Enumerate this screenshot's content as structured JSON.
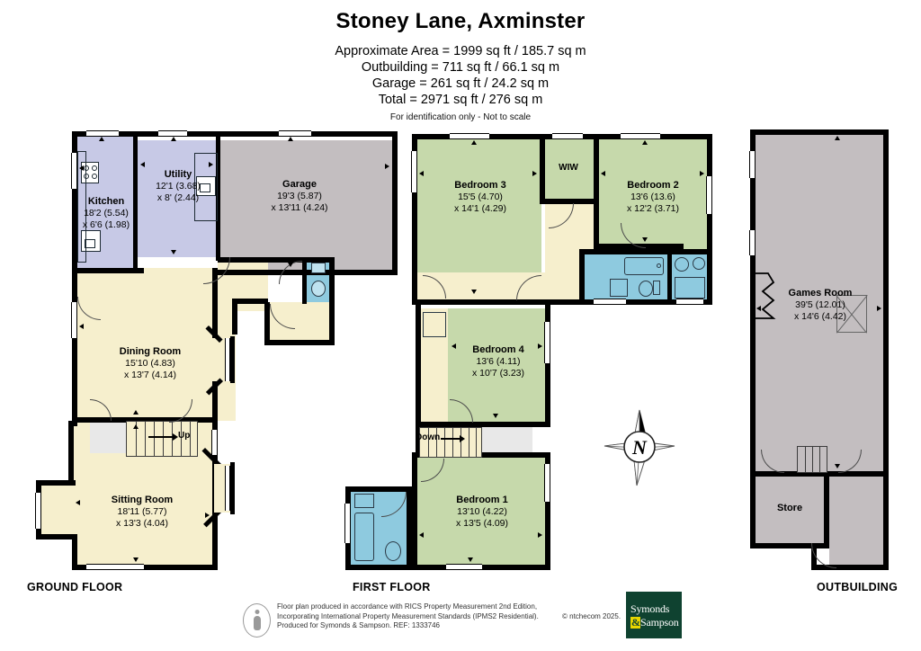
{
  "header": {
    "title": "Stoney Lane, Axminster",
    "lines": [
      "Approximate Area = 1999 sq ft / 185.7 sq m",
      "Outbuilding = 711 sq ft / 66.1 sq m",
      "Garage = 261 sq ft / 24.2 sq m",
      "Total = 2971 sq ft / 276 sq m"
    ],
    "note": "For identification only - Not to scale"
  },
  "floors": {
    "ground": {
      "label": "GROUND FLOOR",
      "rooms": [
        {
          "name": "Kitchen",
          "dim1": "18'2 (5.54)",
          "dim2": "x 6'6 (1.98)"
        },
        {
          "name": "Utility",
          "dim1": "12'1 (3.68)",
          "dim2": "x 8' (2.44)"
        },
        {
          "name": "Garage",
          "dim1": "19'3 (5.87)",
          "dim2": "x 13'11 (4.24)"
        },
        {
          "name": "Dining Room",
          "dim1": "15'10 (4.83)",
          "dim2": "x 13'7 (4.14)"
        },
        {
          "name": "Sitting Room",
          "dim1": "18'11 (5.77)",
          "dim2": "x 13'3 (4.04)"
        }
      ],
      "stair_label": "Up"
    },
    "first": {
      "label": "FIRST FLOOR",
      "rooms": [
        {
          "name": "Bedroom 3",
          "dim1": "15'5 (4.70)",
          "dim2": "x 14'1 (4.29)"
        },
        {
          "name": "Bedroom 2",
          "dim1": "13'6 (13.6)",
          "dim2": "x 12'2 (3.71)"
        },
        {
          "name": "Bedroom 4",
          "dim1": "13'6 (4.11)",
          "dim2": "x 10'7 (3.23)"
        },
        {
          "name": "Bedroom 1",
          "dim1": "13'10 (4.22)",
          "dim2": "x 13'5 (4.09)"
        }
      ],
      "wiw_label": "WIW",
      "stair_label": "Down"
    },
    "outbuilding": {
      "label": "OUTBUILDING",
      "rooms": [
        {
          "name": "Games Room",
          "dim1": "39'5 (12.01)",
          "dim2": "x 14'6 (4.42)"
        },
        {
          "name": "Store",
          "dim1": "",
          "dim2": ""
        }
      ]
    }
  },
  "compass": {
    "letter": "N"
  },
  "footer": {
    "line1": "Floor plan produced in accordance with RICS Property Measurement 2nd Edition,",
    "line2": "Incorporating International Property Measurement Standards (IPMS2 Residential).",
    "line3": "Produced for Symonds & Sampson.   REF:  1333746",
    "copyright": "© ntchecom 2025.",
    "logo_line1": "Symonds",
    "logo_line2": "Sampson",
    "logo_amp": "&"
  },
  "colors": {
    "lavender": "#c7c9e6",
    "grey": "#c3bec0",
    "cream": "#f6efcd",
    "green": "#c6d9ab",
    "blue": "#8ecadf",
    "wall": "#000000",
    "logo_green": "#0f4230",
    "logo_yellow": "#e9d700"
  }
}
